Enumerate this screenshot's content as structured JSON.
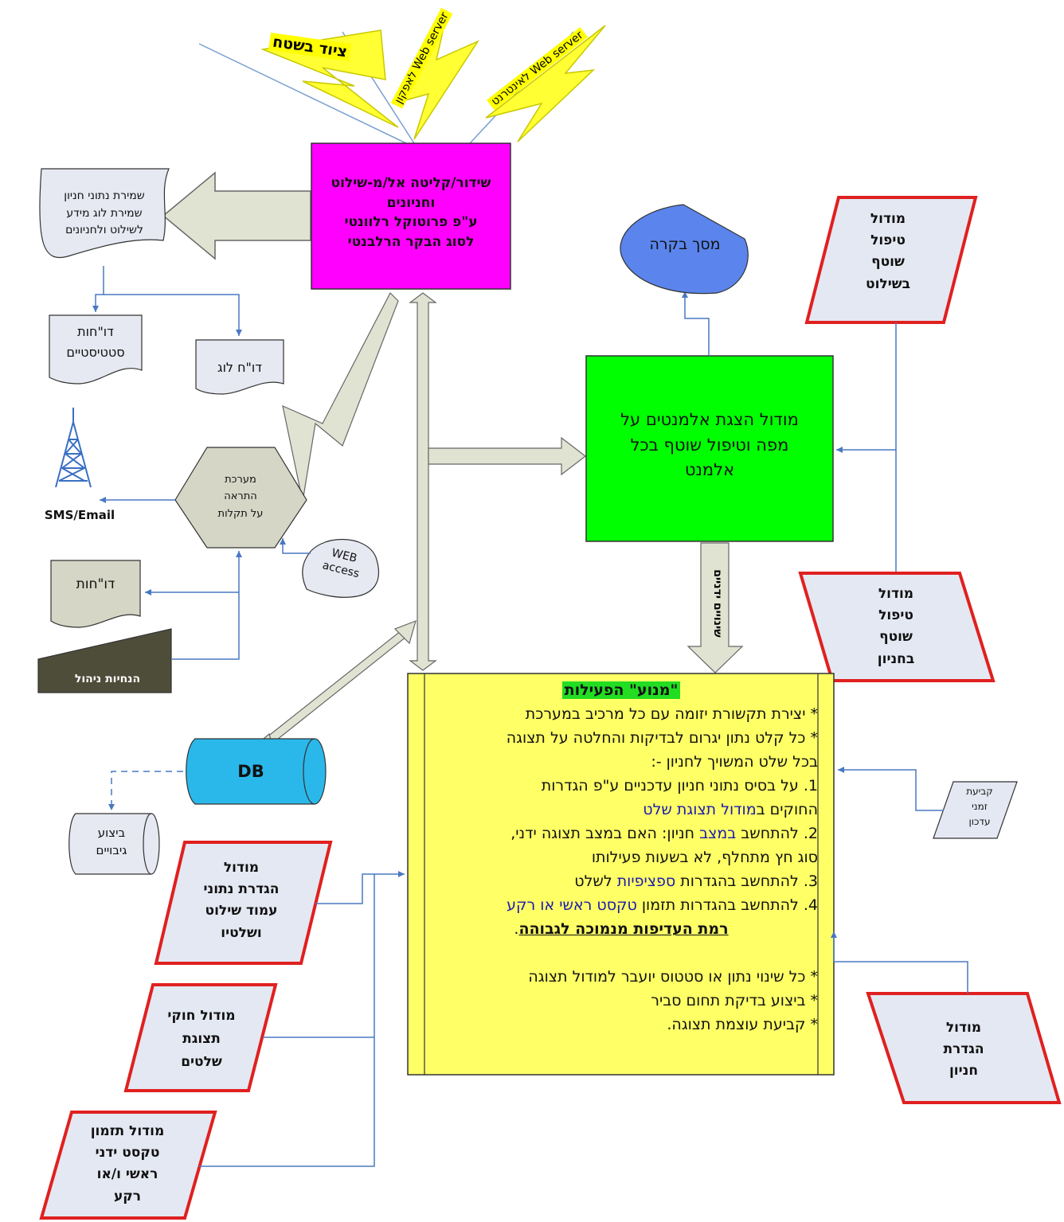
{
  "lightning": {
    "field_equipment": "ציוד בשטח",
    "web_server_police": "Web server לאפקון",
    "web_server_internet": "Web server לאינטרנט"
  },
  "comm_box": {
    "line1": "שידור/קליטה אל/מ-שילוט",
    "line2": "וחניונים",
    "line3": "ע\"פ פרוטוקל רלוונטי",
    "line4": "לסוג הבקר הרלבנטי"
  },
  "storage": {
    "line1": "שמירת נתוני חניון",
    "line2": "שמירת לוג מידע",
    "line3": "לשילוט ולחניונים"
  },
  "reports": {
    "stats_line1": "דו\"חות",
    "stats_line2": "סטטיסטיים",
    "log_report": "דו\"ח לוג",
    "reports_label": "דו\"חות"
  },
  "sms_email": "SMS/Email",
  "alert_system": {
    "line1": "מערכת",
    "line2": "התראה",
    "line3": "על תקלות"
  },
  "web_access": {
    "line1": "WEB",
    "line2": "access"
  },
  "mgmt_instructions": "הנחיות ניהול",
  "db_label": "DB",
  "backup": {
    "line1": "ביצוע",
    "line2": "גיבויים"
  },
  "control_screen": "מסך בקרה",
  "display_module": {
    "line1": "מודול הצגת אלמנטים על",
    "line2": "מפה וטיפול שוטף בכל",
    "line3": "אלמנט"
  },
  "manual_changes": "שינויים ידניים",
  "right_modules": {
    "signage": [
      "מודול",
      "טיפול",
      "שוטף",
      "בשילוט"
    ],
    "parking": [
      "מודול",
      "טיפול",
      "שוטף",
      "בחניון"
    ],
    "update_times": [
      "קביעת",
      "זמני",
      "עדכון"
    ],
    "parking_def": [
      "מודול",
      "הגדרת",
      "חניון"
    ]
  },
  "left_modules": {
    "column_def": [
      "מודול",
      "הגדרת נתוני",
      "עמוד שילוט",
      "ושלטיו"
    ],
    "display_rules": [
      "מודול חוקי",
      "תצוגת",
      "שלטים"
    ],
    "scheduling": [
      "מודול תזמון",
      "טקסט ידני",
      "ראשי ו/או",
      "רקע"
    ]
  },
  "engine": {
    "title": "\"מנוע\" הפעילות",
    "l1": "* יצירת תקשורת יזומה עם כל מרכיב במערכת",
    "l2": "* כל קלט נתון יגרום לבדיקות והחלטה על תצוגה",
    "l3": "בכל שלט המשויך לחניון -:",
    "l4": "1. על בסיס נתוני חניון עדכניים ע\"פ הגדרות",
    "l5a": "החוקים ב",
    "l5b": "מודול תצוגת שלט",
    "l6a": "2. להתחשב ",
    "l6b": "במצב",
    "l6c": " חניון: האם במצב תצוגה ידני,",
    "l7": "סוג חץ מתחלף, לא בשעות פעילותו",
    "l8a": "3. להתחשב בהגדרות ",
    "l8b": "ספציפיות",
    "l8c": " לשלט",
    "l9a": "4. להתחשב בהגדרות תזמון ",
    "l9b": "טקסט ראשי או רקע",
    "l10": "רמת העדיפות מנמוכה לגבוהה",
    "l10_end": ".",
    "l11": "* כל שינוי נתון או סטטוס יועבר למודול תצוגה",
    "l12": "* ביצוע בדיקת תחום סביר",
    "l13": "* קביעת עוצמת תצוגה."
  },
  "colors": {
    "magenta": "#ff00ff",
    "green": "#00ff00",
    "yellow": "#ffff66",
    "db_blue": "#2ab8ea",
    "screen_blue": "#5b85ec",
    "parallelogram_fill": "#e4e8f2",
    "parallelogram_border": "#e02020",
    "connector": "#4a78c2",
    "arrow_fill": "#e1e3d2",
    "olive": "#4d4d3a"
  }
}
